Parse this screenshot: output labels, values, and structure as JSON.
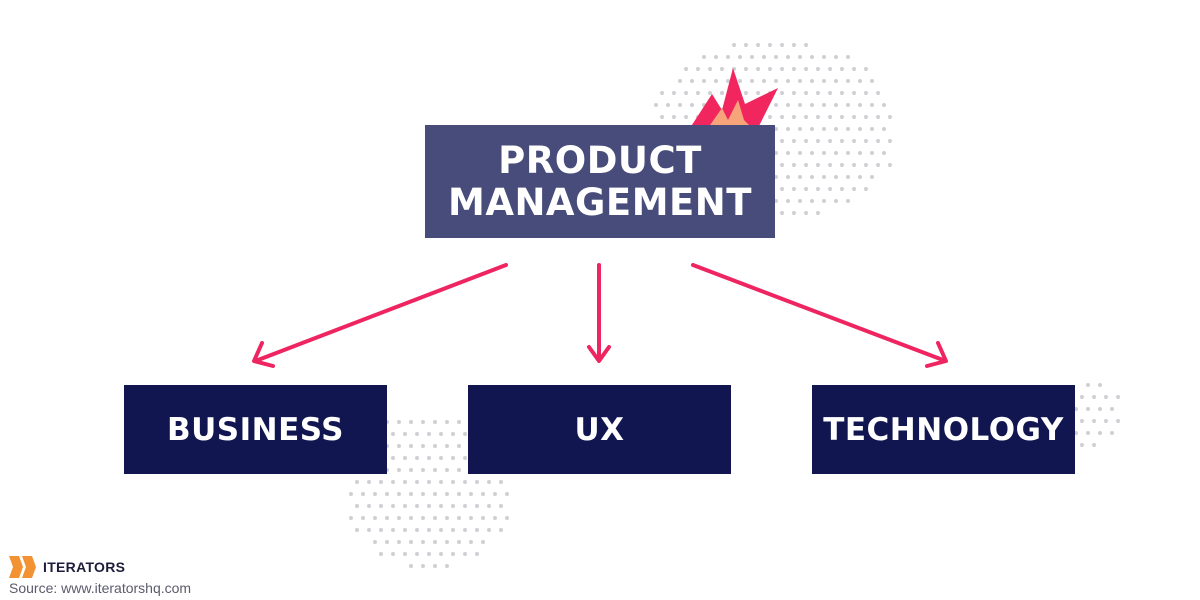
{
  "colors": {
    "parent_box": "#474c7a",
    "child_box": "#121650",
    "arrow": "#ee2560",
    "spark_red": "#f2265f",
    "spark_orange": "#f8a47b",
    "dots": "#cfcfd4",
    "logo_orange": "#f39233"
  },
  "diagram": {
    "parent": {
      "line1": "PRODUCT",
      "line2": "MANAGEMENT"
    },
    "children": [
      {
        "label": "BUSINESS"
      },
      {
        "label": "UX"
      },
      {
        "label": "TECHNOLOGY"
      }
    ],
    "edges": [
      {
        "from": "PRODUCT MANAGEMENT",
        "to": "BUSINESS"
      },
      {
        "from": "PRODUCT MANAGEMENT",
        "to": "UX"
      },
      {
        "from": "PRODUCT MANAGEMENT",
        "to": "TECHNOLOGY"
      }
    ]
  },
  "footer": {
    "logo_name": "ITERATORS",
    "source": "Source: www.iteratorshq.com"
  }
}
